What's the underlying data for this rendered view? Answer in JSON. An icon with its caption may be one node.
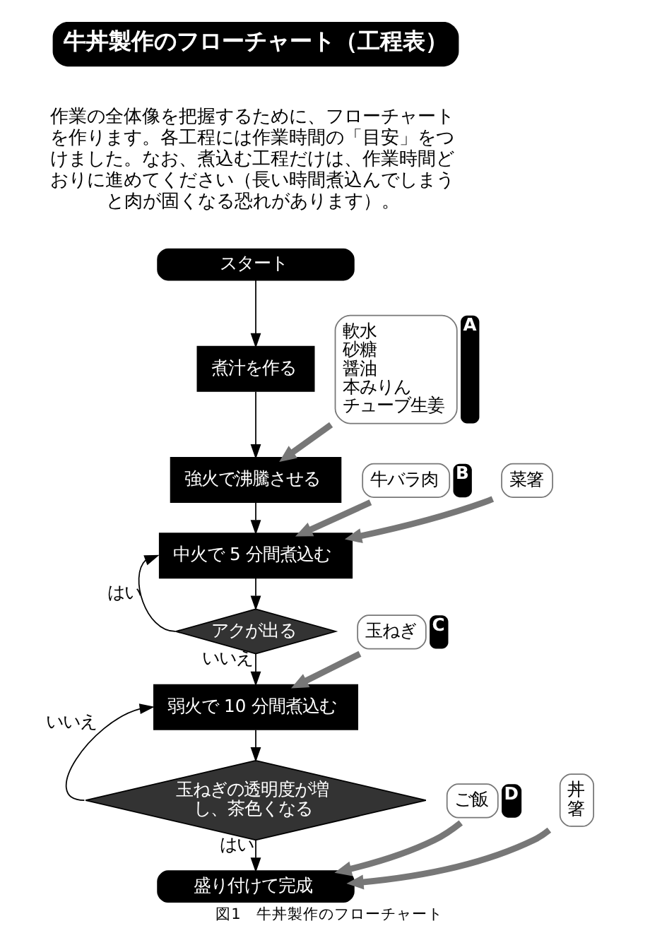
{
  "diagram": {
    "title": "牛丼製作のフローチャート（工程表）",
    "caption": "図1　牛丼製作のフローチャート",
    "nodes": [
      {
        "text": [
          "スタート"
        ]
      },
      {
        "text": [
          "煮汁を作る"
        ]
      },
      {
        "text": [
          "軟水",
          "砂糖",
          "醤油",
          "本みりん",
          "チューブ生姜"
        ],
        "beside": [
          "A"
        ]
      },
      {
        "text": [
          "強火で沸騰させる"
        ]
      },
      {
        "text": [
          "牛バラ肉"
        ],
        "beside": [
          "B"
        ]
      },
      {
        "text": [
          "菜箸"
        ]
      },
      {
        "text": [
          "中火で 5 分間煮込む"
        ]
      },
      {
        "text": [
          "アクが出る"
        ]
      },
      {
        "text": [
          "玉ねぎ"
        ],
        "beside": [
          "C"
        ]
      },
      {
        "text": [
          "弱火で 10 分間煮込む"
        ]
      },
      {
        "text": [
          "玉ねぎの透明度が増し、茶色くなる"
        ]
      },
      {
        "text": [
          "ご飯"
        ],
        "beside": [
          "D"
        ]
      },
      {
        "text": [
          "丼",
          "箸"
        ]
      },
      {
        "text": [
          "盛り付けて完成"
        ]
      }
    ],
    "edges": [
      {
        "from": 0,
        "to": 1,
        "arrow": "to"
      },
      {
        "from": 1,
        "to": 3,
        "arrow": "to"
      },
      {
        "from": 2,
        "to": 3,
        "arrow": "to",
        "style": "thick",
        "color": "#777777"
      },
      {
        "from": 3,
        "to": 6,
        "arrow": "to"
      },
      {
        "from": 4,
        "to": 6,
        "arrow": "to",
        "style": "thick",
        "color": "#777777"
      },
      {
        "from": 5,
        "to": 6,
        "arrow": "to",
        "style": "thick",
        "color": "#777777"
      },
      {
        "from": 6,
        "to": 7,
        "arrow": "to"
      },
      {
        "from": 7,
        "to": 6,
        "arrow": "to",
        "label": "はい"
      },
      {
        "from": 7,
        "to": 9,
        "arrow": "to",
        "label": "いいえ"
      },
      {
        "from": 8,
        "to": 9,
        "arrow": "to",
        "style": "thick",
        "color": "#777777"
      },
      {
        "from": 9,
        "to": 10,
        "arrow": "to"
      },
      {
        "from": 10,
        "to": 9,
        "arrow": "to",
        "label": "いいえ"
      },
      {
        "from": 10,
        "to": 13,
        "arrow": "to",
        "label": "はい"
      },
      {
        "from": 11,
        "to": 13,
        "arrow": "to",
        "style": "thick",
        "color": "#777777"
      },
      {
        "from": 12,
        "to": 13,
        "arrow": "to",
        "style": "thick",
        "color": "#777777"
      }
    ],
    "labels": [
      "作業の全体像を把握するために、フローチャートを作ります。各工程には作業時間の「目安」をつけました。なお、煮込む工程だけは、作業時間どおりに進めてください（長い時間煮込んでしまうと肉が固くなる恐れがあります）。"
    ]
  }
}
